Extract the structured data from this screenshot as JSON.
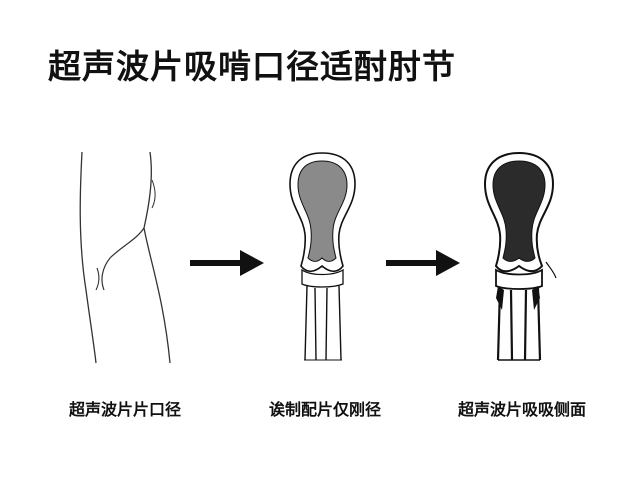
{
  "title": "超声波片吸啃口径适酎肘节",
  "steps": [
    {
      "caption": "超声波片片口径",
      "icon": "arm-outline-icon"
    },
    {
      "caption": "诶制配片仅刚径",
      "icon": "bone-gray-icon"
    },
    {
      "caption": "超声波片吸吸侧面",
      "icon": "bone-dark-icon"
    }
  ],
  "arrows": [
    {
      "icon": "right-arrow-icon"
    },
    {
      "icon": "right-arrow-icon"
    }
  ],
  "colors": {
    "text": "#111111",
    "bone_fill_gray": "#8a8a8a",
    "bone_fill_dark": "#2b2b2b",
    "outline": "#111111"
  }
}
